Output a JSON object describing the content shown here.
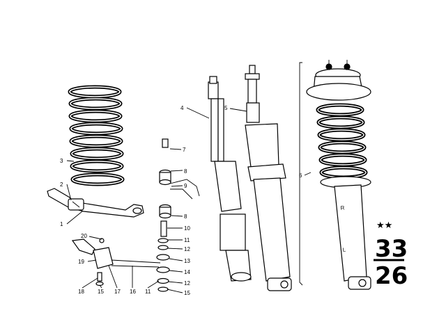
{
  "diagram": {
    "callouts": {
      "c1": "1",
      "c2": "2",
      "c3": "3",
      "c4": "4",
      "c5": "5",
      "c6": "6",
      "c7": "7",
      "c8a": "8",
      "c8b": "8",
      "c9": "9",
      "c10": "10",
      "c11a": "11",
      "c11b": "11",
      "c12a": "12",
      "c12b": "12",
      "c13": "13",
      "c14": "14",
      "c15a": "15",
      "c15b": "15",
      "c16": "16",
      "c17": "17",
      "c18": "18",
      "c19": "19",
      "c20": "20"
    },
    "strut_marks": {
      "r": "R",
      "l": "L"
    },
    "group_badge": {
      "stars": "★★",
      "main": "33",
      "sub": "26"
    }
  }
}
